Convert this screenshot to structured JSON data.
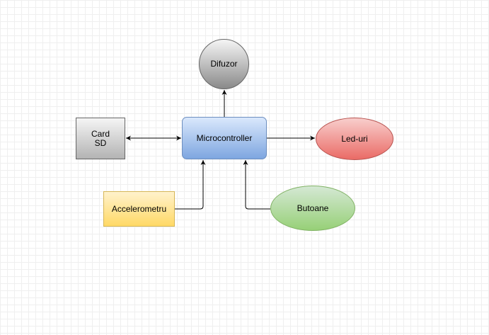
{
  "diagram": {
    "nodes": {
      "microcontroller": {
        "label": "Microcontroller",
        "fill": "#dae8fc",
        "stroke": "#6c8ebf"
      },
      "card_sd": {
        "label": "Card\nSD",
        "fill": "#f5f5f5",
        "stroke": "#666666"
      },
      "difuzor": {
        "label": "Difuzor",
        "fill": "#f5f5f5",
        "stroke": "#666666"
      },
      "led_uri": {
        "label": "Led-uri",
        "fill": "#f8cecc",
        "stroke": "#b85450"
      },
      "accelerometru": {
        "label": "Accelerometru",
        "fill": "#fff2cc",
        "stroke": "#d6b656"
      },
      "butoane": {
        "label": "Butoane",
        "fill": "#d5e8d4",
        "stroke": "#82b366"
      }
    },
    "edges": [
      {
        "from": "microcontroller",
        "to": "difuzor",
        "direction": "forward"
      },
      {
        "from": "microcontroller",
        "to": "card_sd",
        "direction": "both"
      },
      {
        "from": "microcontroller",
        "to": "led_uri",
        "direction": "forward"
      },
      {
        "from": "accelerometru",
        "to": "microcontroller",
        "direction": "forward"
      },
      {
        "from": "butoane",
        "to": "microcontroller",
        "direction": "forward"
      }
    ],
    "edge_color": "#000000"
  }
}
